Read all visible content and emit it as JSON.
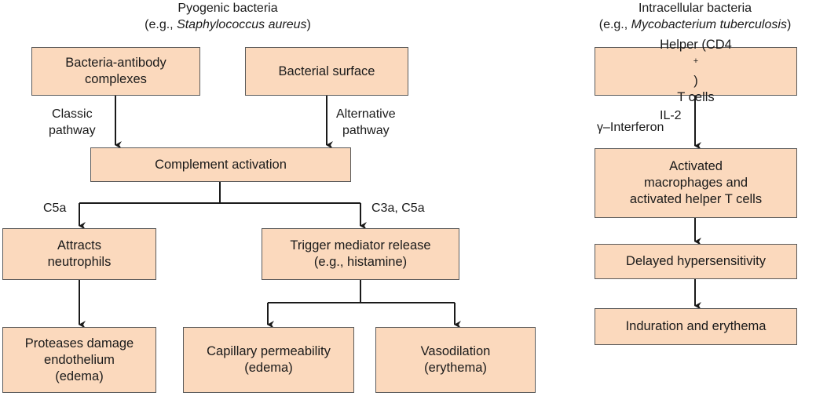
{
  "left_header": {
    "line1": "Pyogenic bacteria",
    "line2_prefix": "(e.g., ",
    "line2_italic": "Staphylococcus aureus",
    "line2_suffix": ")"
  },
  "right_header": {
    "line1": "Intracellular bacteria",
    "line2_prefix": "(e.g., ",
    "line2_italic": "Mycobacterium tuberculosis",
    "line2_suffix": ")"
  },
  "boxes": {
    "bacteria_antibody": [
      "Bacteria-antibody",
      "complexes"
    ],
    "bacterial_surface": [
      "Bacterial surface"
    ],
    "complement_activation": [
      "Complement activation"
    ],
    "attracts_neutrophils": [
      "Attracts",
      "neutrophils"
    ],
    "trigger_mediator": [
      "Trigger mediator release",
      "(e.g., histamine)"
    ],
    "proteases_damage": [
      "Proteases damage",
      "endothelium",
      "(edema)"
    ],
    "capillary_permeability": [
      "Capillary permeability",
      "(edema)"
    ],
    "vasodilation": [
      "Vasodilation",
      "(erythema)"
    ],
    "helper_t_prefix": "Helper (CD4",
    "helper_t_sup": "+",
    "helper_t_suffix": ")",
    "helper_t_line2": "T cells",
    "activated_macrophages": [
      "Activated",
      "macrophages and",
      "activated helper T cells"
    ],
    "delayed_hypersensitivity": [
      "Delayed hypersensitivity"
    ],
    "induration_erythema": [
      "Induration and erythema"
    ]
  },
  "labels": {
    "classic_pathway": [
      "Classic",
      "pathway"
    ],
    "alternative_pathway": [
      "Alternative",
      "pathway"
    ],
    "c5a": "C5a",
    "c3a_c5a": "C3a, C5a",
    "il2": "IL-2",
    "gamma_interferon": "γ–Interferon"
  }
}
